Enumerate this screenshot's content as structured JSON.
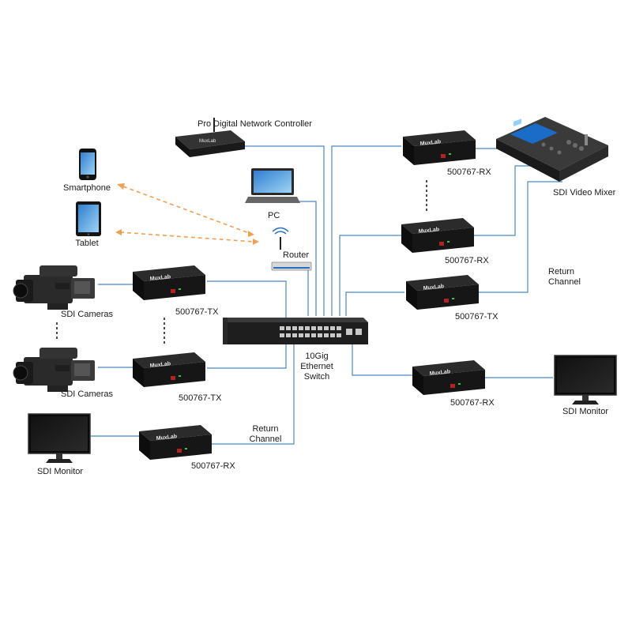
{
  "labels": {
    "controller": "Pro Digital Network Controller",
    "smartphone": "Smartphone",
    "tablet": "Tablet",
    "pc": "PC",
    "router": "Router",
    "sdi_cameras_1": "SDI Cameras",
    "sdi_cameras_2": "SDI Cameras",
    "tx_1": "500767-TX",
    "tx_2": "500767-TX",
    "rx_left": "500767-RX",
    "sdi_monitor_left": "SDI Monitor",
    "return_channel_left": "Return Channel",
    "switch": "10Gig Ethernet Switch",
    "rx_top": "500767-RX",
    "rx_mid": "500767-RX",
    "tx_right": "500767-TX",
    "rx_bottom_right": "500767-RX",
    "sdi_video_mixer": "SDI Video Mixer",
    "return_channel_right": "Return Channel",
    "sdi_monitor_right": "SDI Monitor"
  },
  "device_brand": "MuxLab",
  "colors": {
    "link_line": "#4a86c5",
    "wireless_line": "#f0a050",
    "device_body": "#1c1c1c",
    "brand_text": "#e8e8e8"
  }
}
